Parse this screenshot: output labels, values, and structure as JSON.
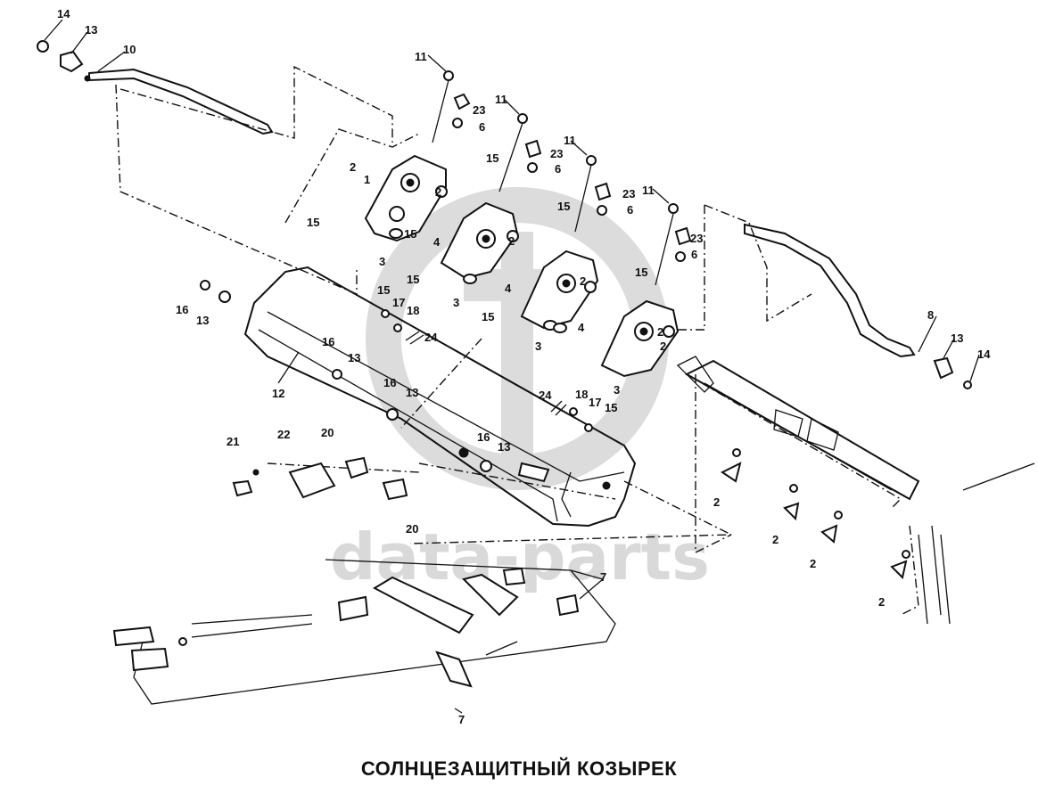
{
  "caption": "СОЛНЦЕЗАЩИТНЫЙ КОЗЫРЕК",
  "watermark": "data-parts",
  "callouts": [
    {
      "id": "c1",
      "text": "14"
    },
    {
      "id": "c2",
      "text": "13"
    },
    {
      "id": "c3",
      "text": "10"
    },
    {
      "id": "c4",
      "text": "11"
    },
    {
      "id": "c5",
      "text": "23"
    },
    {
      "id": "c6",
      "text": "6"
    },
    {
      "id": "c7",
      "text": "11"
    },
    {
      "id": "c8",
      "text": "23"
    },
    {
      "id": "c9",
      "text": "6"
    },
    {
      "id": "c10",
      "text": "11"
    },
    {
      "id": "c11",
      "text": "23"
    },
    {
      "id": "c12",
      "text": "6"
    },
    {
      "id": "c13",
      "text": "11"
    },
    {
      "id": "c14",
      "text": "23"
    },
    {
      "id": "c15",
      "text": "6"
    },
    {
      "id": "c16",
      "text": "2"
    },
    {
      "id": "c17",
      "text": "1"
    },
    {
      "id": "c18",
      "text": "15"
    },
    {
      "id": "c19",
      "text": "2"
    },
    {
      "id": "c20",
      "text": "15"
    },
    {
      "id": "c21",
      "text": "15"
    },
    {
      "id": "c22",
      "text": "2"
    },
    {
      "id": "c23",
      "text": "4"
    },
    {
      "id": "c24",
      "text": "3"
    },
    {
      "id": "c25",
      "text": "15"
    },
    {
      "id": "c26",
      "text": "15"
    },
    {
      "id": "c27",
      "text": "2"
    },
    {
      "id": "c28",
      "text": "4"
    },
    {
      "id": "c29",
      "text": "3"
    },
    {
      "id": "c30",
      "text": "15"
    },
    {
      "id": "c31",
      "text": "17"
    },
    {
      "id": "c32",
      "text": "18"
    },
    {
      "id": "c33",
      "text": "24"
    },
    {
      "id": "c34",
      "text": "15"
    },
    {
      "id": "c35",
      "text": "2"
    },
    {
      "id": "c36",
      "text": "4"
    },
    {
      "id": "c37",
      "text": "3"
    },
    {
      "id": "c38",
      "text": "15"
    },
    {
      "id": "c39",
      "text": "2"
    },
    {
      "id": "c40",
      "text": "3"
    },
    {
      "id": "c41",
      "text": "16"
    },
    {
      "id": "c42",
      "text": "13"
    },
    {
      "id": "c43",
      "text": "16"
    },
    {
      "id": "c44",
      "text": "13"
    },
    {
      "id": "c45",
      "text": "12"
    },
    {
      "id": "c46",
      "text": "16"
    },
    {
      "id": "c47",
      "text": "13"
    },
    {
      "id": "c48",
      "text": "24"
    },
    {
      "id": "c49",
      "text": "18"
    },
    {
      "id": "c50",
      "text": "17"
    },
    {
      "id": "c51",
      "text": "15"
    },
    {
      "id": "c52",
      "text": "16"
    },
    {
      "id": "c53",
      "text": "13"
    },
    {
      "id": "c54",
      "text": "21"
    },
    {
      "id": "c55",
      "text": "22"
    },
    {
      "id": "c56",
      "text": "20"
    },
    {
      "id": "c57",
      "text": "20"
    },
    {
      "id": "c58",
      "text": "8"
    },
    {
      "id": "c59",
      "text": "13"
    },
    {
      "id": "c60",
      "text": "14"
    },
    {
      "id": "c61",
      "text": "2"
    },
    {
      "id": "c62",
      "text": "2"
    },
    {
      "id": "c63",
      "text": "2"
    },
    {
      "id": "c64",
      "text": "2"
    },
    {
      "id": "c65",
      "text": "7"
    },
    {
      "id": "c66",
      "text": "7"
    }
  ]
}
